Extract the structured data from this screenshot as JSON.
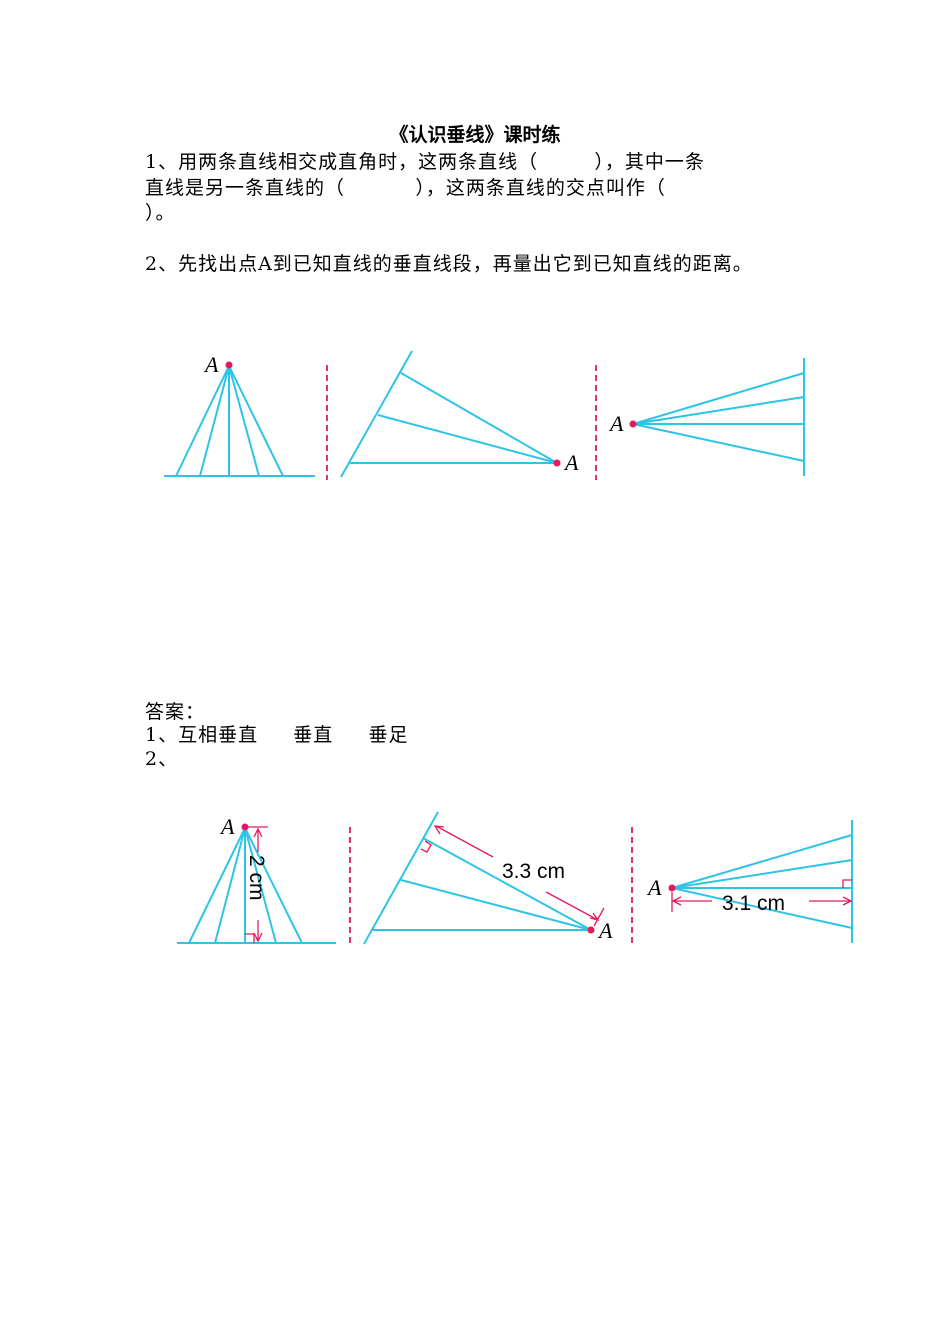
{
  "document": {
    "title": "《认识垂线》课时练",
    "questions": [
      {
        "lines": [
          "1、用两条直线相交成直角时，这两条直线（        ），其中一条",
          "直线是另一条直线的（          ），这两条直线的交点叫作（",
          "）。"
        ]
      },
      {
        "lines": [
          "2、先找出点A到已知直线的垂直线段，再量出它到已知直线的距离。"
        ]
      }
    ],
    "answers": {
      "heading": "答案：",
      "lines": [
        "1、互相垂直     垂直     垂足",
        "2、"
      ]
    },
    "figures": {
      "point_label": "A",
      "line_color": "#2ec4e6",
      "point_color": "#e6195f",
      "divider_color": "#e0307a",
      "measurements": [
        "2 cm",
        "3.3 cm",
        "3.1 cm"
      ]
    }
  }
}
